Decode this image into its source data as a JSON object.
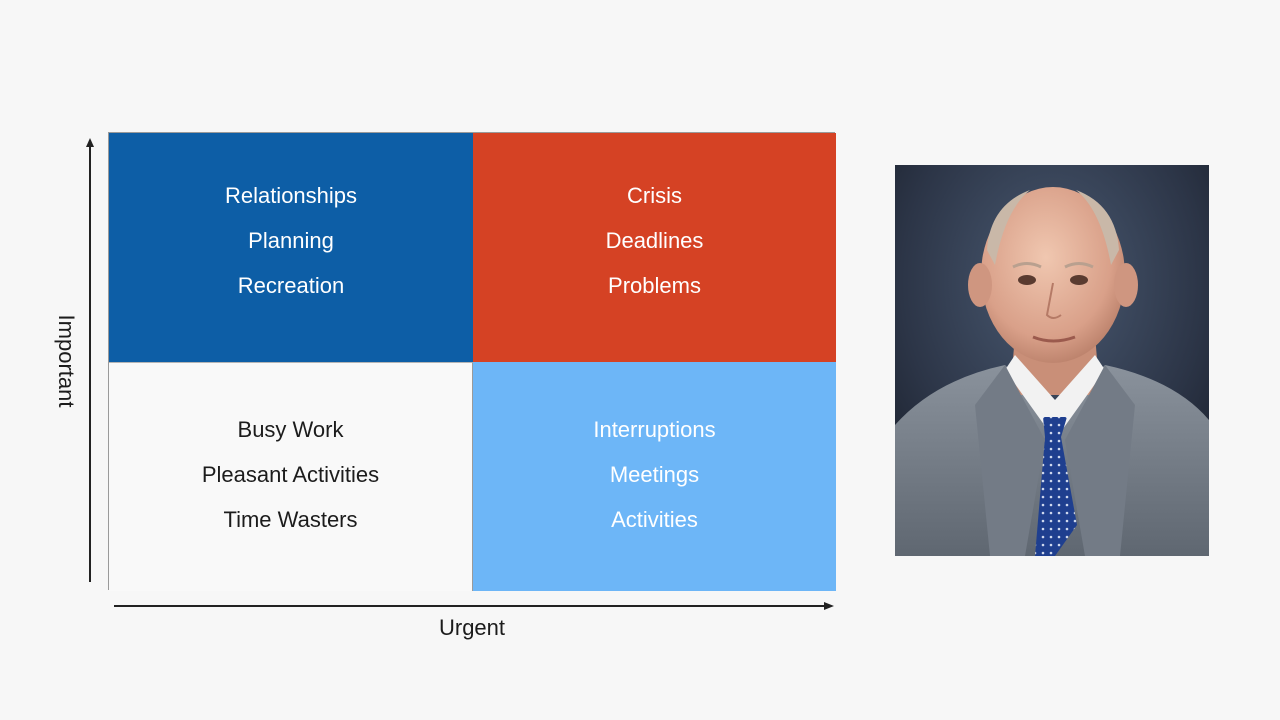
{
  "quadrants": {
    "top_left": [
      "Relationships",
      "Planning",
      "Recreation"
    ],
    "top_right": [
      "Crisis",
      "Deadlines",
      "Problems"
    ],
    "bottom_left": [
      "Busy Work",
      "Pleasant Activities",
      "Time Wasters"
    ],
    "bottom_right": [
      "Interruptions",
      "Meetings",
      "Activities"
    ]
  },
  "axes": {
    "y_label": "Important",
    "x_label": "Urgent"
  },
  "colors": {
    "top_left": "#0d5ea6",
    "top_right": "#d54224",
    "bottom_left": "#f9f9f9",
    "bottom_right": "#6db6f7"
  },
  "portrait": {
    "subject": "portrait-photo"
  }
}
